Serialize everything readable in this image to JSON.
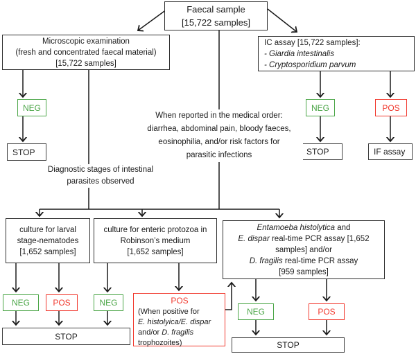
{
  "colors": {
    "neg_green": "#4aa546",
    "pos_red": "#f1372c",
    "line_black": "#1a1a1a"
  },
  "labels": {
    "neg": "NEG",
    "pos": "POS",
    "stop": "STOP",
    "if_assay": "IF assay"
  },
  "nodes": {
    "faecal_sample": {
      "line1": "Faecal sample",
      "line2": "[15,722 samples]"
    },
    "microscopic": {
      "line1": "Microscopic examination",
      "line2": "(fresh and concentrated faecal material)",
      "line3": "[15,722 samples]"
    },
    "ic_assay": {
      "line1": "IC assay [15,722 samples]:",
      "item1": "- Giardia intestinalis",
      "item2": "- Cryptosporidium parvum"
    },
    "when_reported": {
      "line1": "When reported in the medical order:",
      "line2": "diarrhea, abdominal pain, bloody faeces,",
      "line3": "eosinophilia, and/or risk factors for",
      "line4": "parasitic infections"
    },
    "diagnostic_stages": {
      "line1": "Diagnostic stages of intestinal",
      "line2": "parasites observed"
    },
    "culture_larval": {
      "line1": "culture for larval",
      "line2": "stage-nematodes",
      "line3": "[1,652 samples]"
    },
    "robinson": {
      "line1": "culture for enteric protozoa in",
      "line2": "Robinson’s medium",
      "line3": "[1,652 samples]"
    },
    "pcr": {
      "line1_italic": "Entamoeba histolytica",
      "line1_rest": " and",
      "line2_italic": "E. dispar",
      "line2_rest": " real-time PCR assay [1,652",
      "line3": "samples] and/or",
      "line4_italic": "D. fragilis",
      "line4_rest": " real-time PCR assay",
      "line5": "[959 samples]"
    },
    "pos_trophozoites": {
      "title": "POS",
      "line1": "(When positive for",
      "line2_italic": "E. histolyica/E. dispar",
      "line3_pre": "and/or ",
      "line3_italic": "D. fragilis",
      "line4": "trophozoites)"
    }
  }
}
